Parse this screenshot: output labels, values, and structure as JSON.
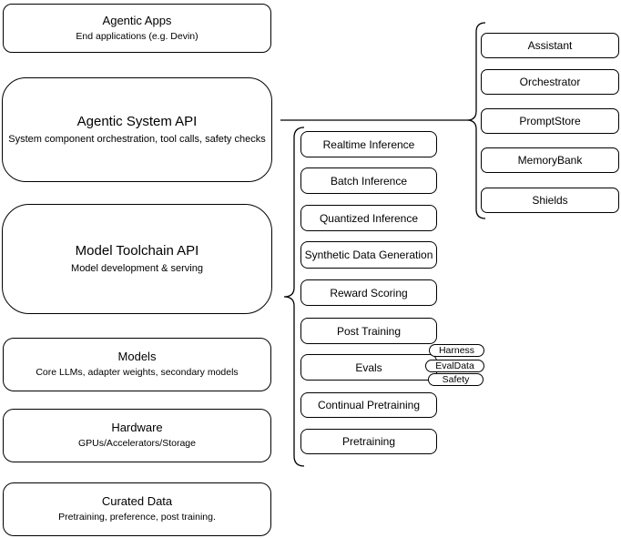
{
  "colors": {
    "background": "#ffffff",
    "stroke": "#000000",
    "box_fill": "#ffffff",
    "text": "#000000"
  },
  "stack": {
    "items": [
      {
        "title": "Agentic Apps",
        "subtitle": "End applications (e.g. Devin)"
      },
      {
        "title": "Agentic System API",
        "subtitle": "System component orchestration, tool calls, safety checks"
      },
      {
        "title": "Model Toolchain API",
        "subtitle": "Model development & serving"
      },
      {
        "title": "Models",
        "subtitle": "Core LLMs, adapter weights, secondary models"
      },
      {
        "title": "Hardware",
        "subtitle": "GPUs/Accelerators/Storage"
      },
      {
        "title": "Curated Data",
        "subtitle": "Pretraining, preference, post training."
      }
    ]
  },
  "toolchain": {
    "nodes": [
      "Realtime Inference",
      "Batch Inference",
      "Quantized Inference",
      "Synthetic Data Generation",
      "Reward Scoring",
      "Post Training",
      "Evals",
      "Continual Pretraining",
      "Pretraining"
    ],
    "evals_tags": [
      "Harness",
      "EvalData",
      "Safety"
    ]
  },
  "system": {
    "nodes": [
      "Assistant",
      "Orchestrator",
      "PromptStore",
      "MemoryBank",
      "Shields"
    ]
  }
}
